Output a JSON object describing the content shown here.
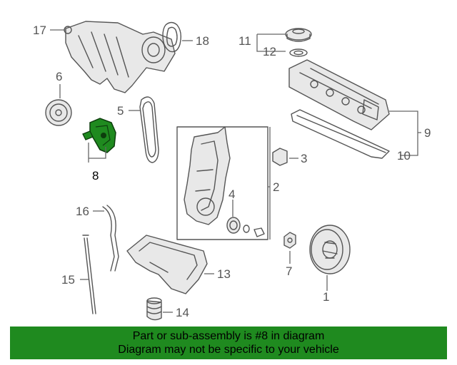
{
  "callouts": {
    "c1": "1",
    "c2": "2",
    "c3": "3",
    "c4": "4",
    "c5": "5",
    "c6": "6",
    "c7": "7",
    "c8": "8",
    "c9": "9",
    "c10": "10",
    "c11": "11",
    "c12": "12",
    "c13": "13",
    "c14": "14",
    "c15": "15",
    "c16": "16",
    "c17": "17",
    "c18": "18"
  },
  "highlight_color": "#1f8a1f",
  "banner": {
    "line1": "Part or sub-assembly is #8 in diagram",
    "line2": "Diagram may not be specific to your vehicle",
    "color": "#1f8a1f"
  }
}
